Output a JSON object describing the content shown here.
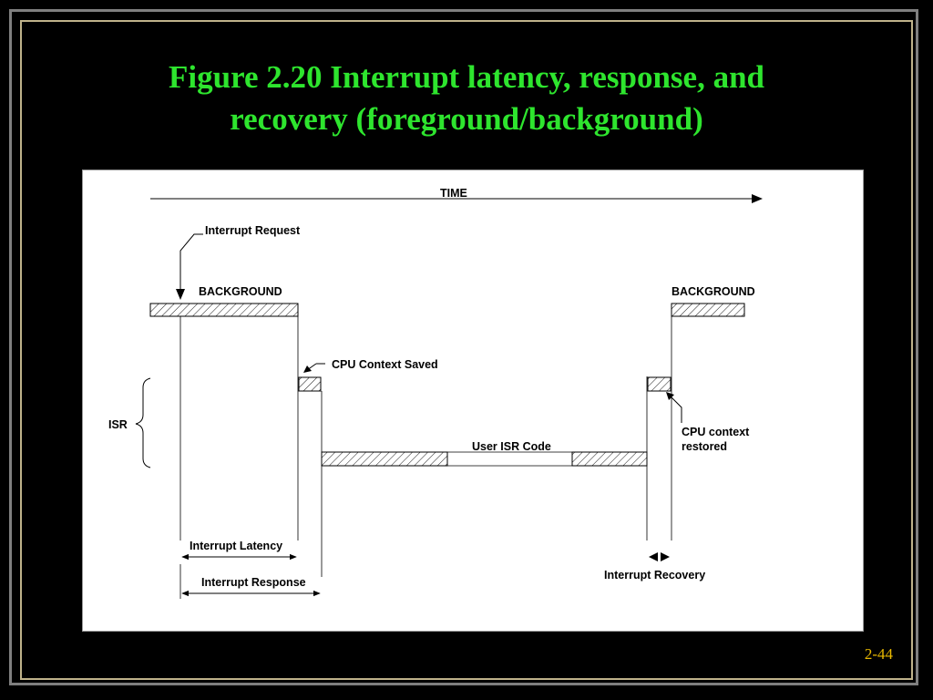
{
  "slide": {
    "title_line1": "Figure 2.20 Interrupt latency, response, and",
    "title_line2": "recovery (foreground/background)",
    "page_number": "2-44"
  },
  "diagram": {
    "time_label": "TIME",
    "interrupt_request": "Interrupt Request",
    "background_left": "BACKGROUND",
    "background_right": "BACKGROUND",
    "cpu_context_saved": "CPU Context Saved",
    "isr_label": "ISR",
    "user_isr_code": "User ISR Code",
    "cpu_context_restored_line1": "CPU context",
    "cpu_context_restored_line2": "restored",
    "interrupt_latency": "Interrupt Latency",
    "interrupt_response": "Interrupt Response",
    "interrupt_recovery": "Interrupt Recovery"
  },
  "colors": {
    "title": "#2ee52e",
    "page_number": "#e8b800",
    "background": "#000000",
    "panel": "#ffffff"
  }
}
